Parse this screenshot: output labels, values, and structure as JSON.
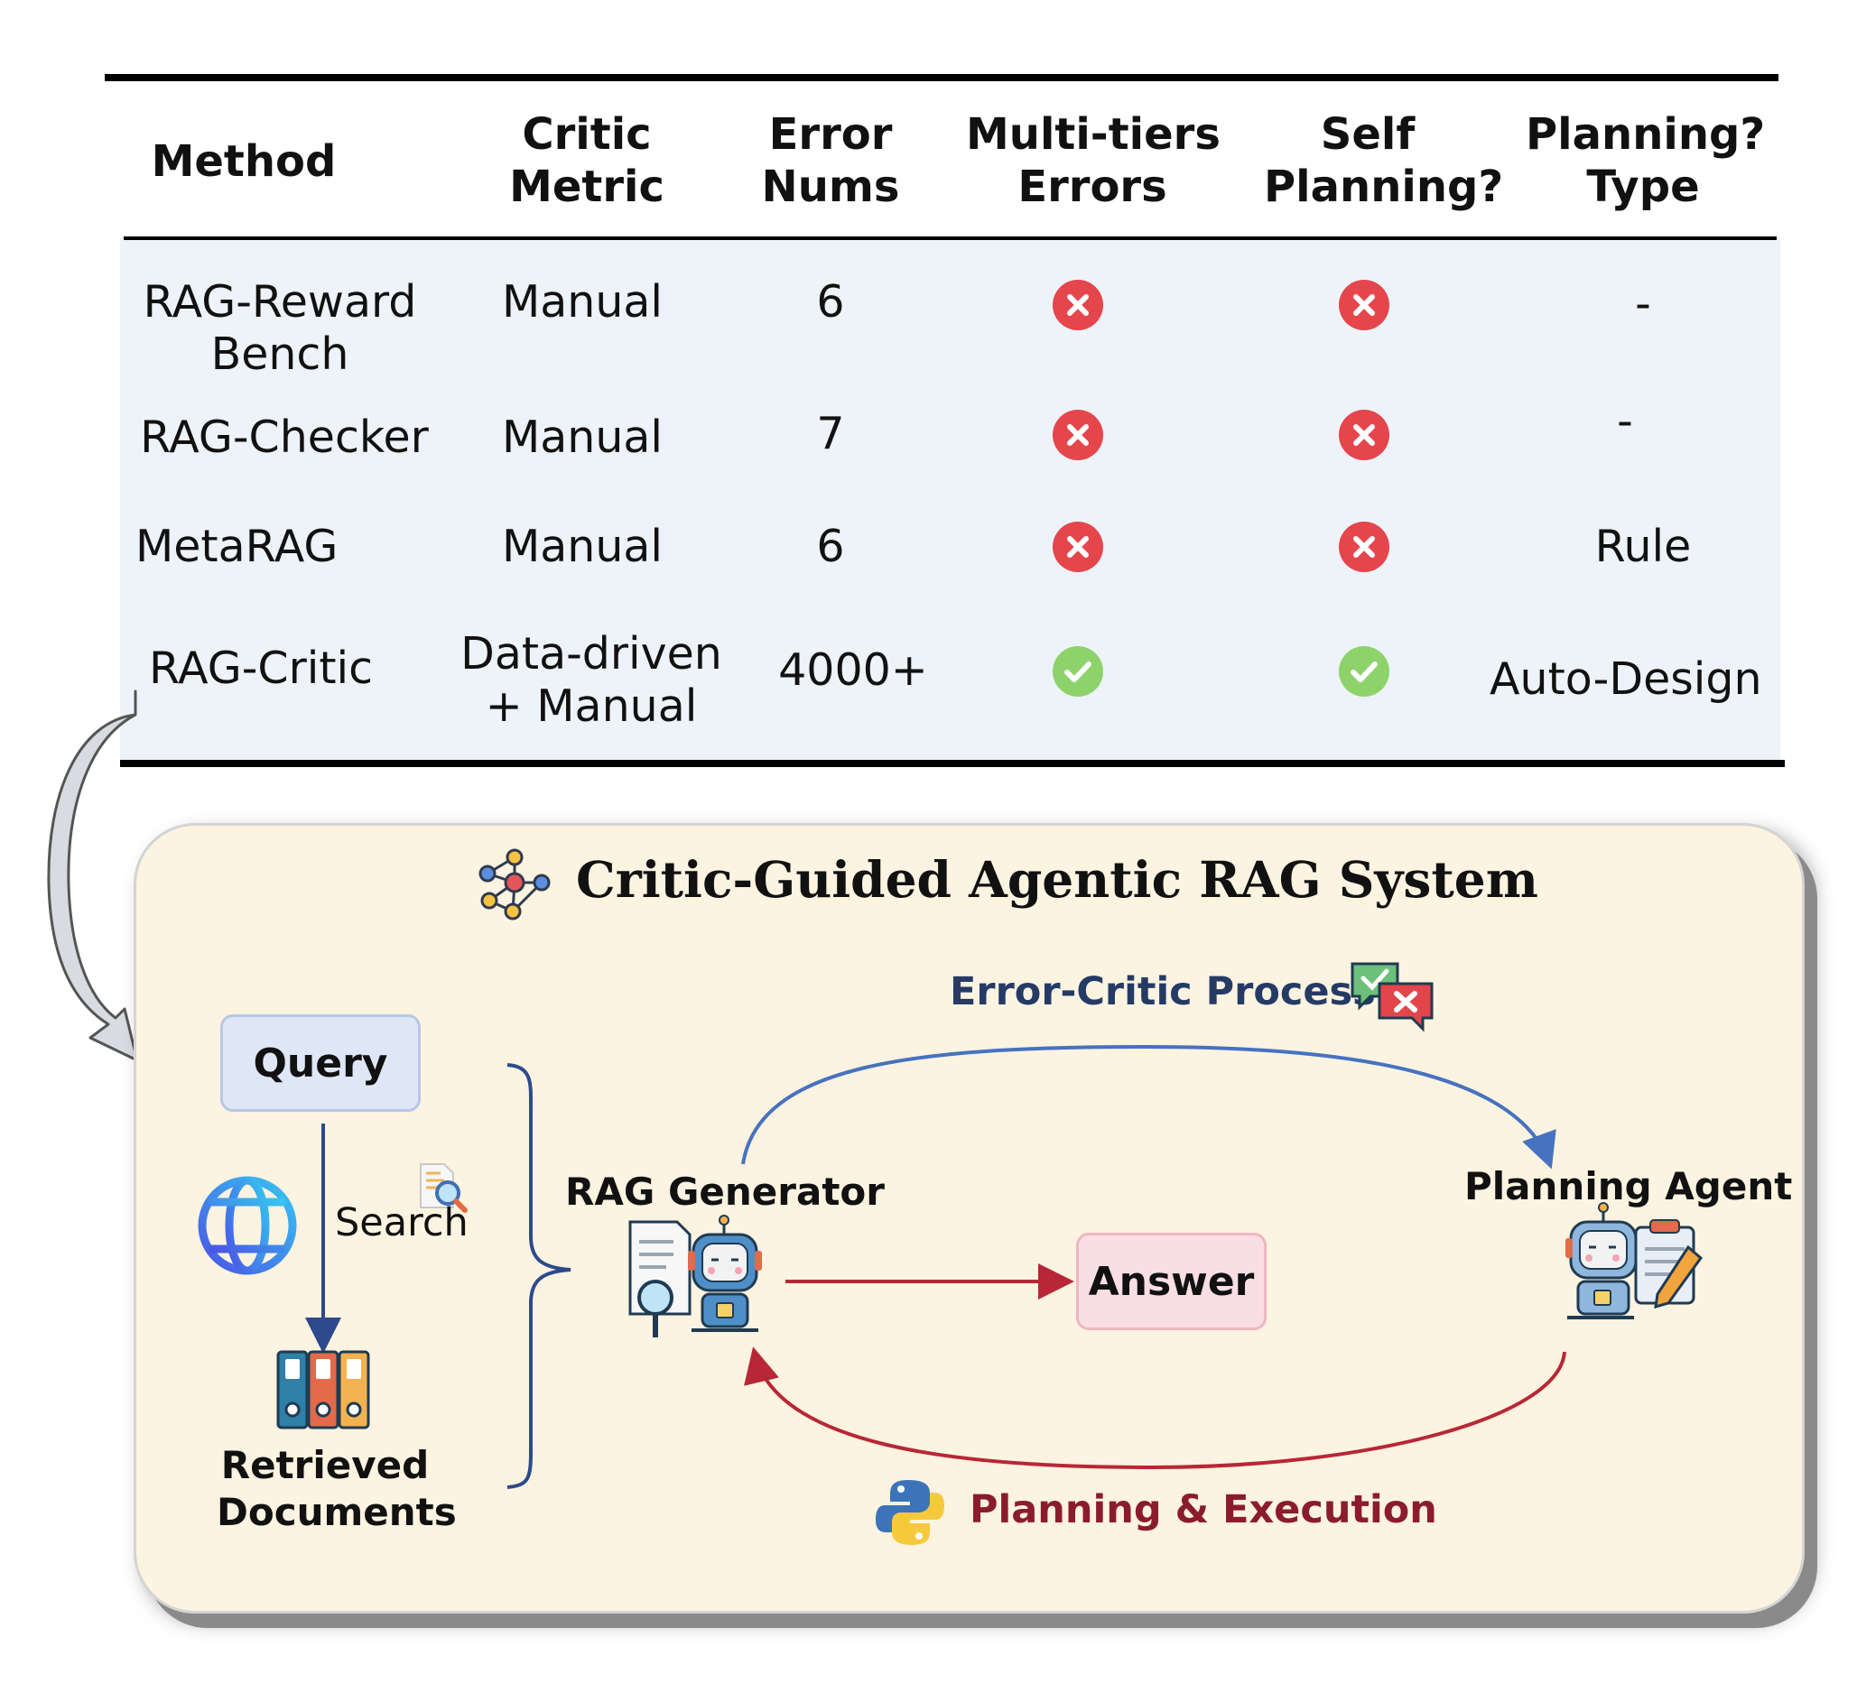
{
  "table": {
    "headers": [
      {
        "lines": [
          "Method"
        ]
      },
      {
        "lines": [
          "Critic",
          "Metric"
        ]
      },
      {
        "lines": [
          "Error",
          "Nums"
        ]
      },
      {
        "lines": [
          "Multi-tiers",
          "Errors"
        ]
      },
      {
        "lines": [
          "Self",
          "Planning?"
        ]
      },
      {
        "lines": [
          "Planning?",
          "Type"
        ]
      }
    ],
    "rows": [
      {
        "method": [
          "RAG-Reward",
          "Bench"
        ],
        "critic_metric": [
          "Manual"
        ],
        "error_nums": "6",
        "multi_tiers_errors": "no",
        "self_planning": "no",
        "planning_type": "-"
      },
      {
        "method": [
          "RAG-Checker"
        ],
        "critic_metric": [
          "Manual"
        ],
        "error_nums": "7",
        "multi_tiers_errors": "no",
        "self_planning": "no",
        "planning_type": "-"
      },
      {
        "method": [
          "MetaRAG"
        ],
        "critic_metric": [
          "Manual"
        ],
        "error_nums": "6",
        "multi_tiers_errors": "no",
        "self_planning": "no",
        "planning_type": "Rule"
      },
      {
        "method": [
          "RAG-Critic"
        ],
        "critic_metric": [
          "Data-driven",
          "+ Manual"
        ],
        "error_nums": "4000+",
        "multi_tiers_errors": "yes",
        "self_planning": "yes",
        "planning_type": "Auto-Design"
      }
    ]
  },
  "system": {
    "title": "Critic-Guided Agentic RAG System",
    "query_label": "Query",
    "search_label": "Search",
    "retrieved_label": [
      "Retrieved",
      "Documents"
    ],
    "generator_label": "RAG Generator",
    "answer_label": "Answer",
    "agent_label": "Planning Agent",
    "critic_process_label": "Error-Critic Process",
    "execution_label": "Planning & Execution"
  },
  "colors": {
    "cross": "#e5464b",
    "check": "#8dd36a",
    "critic_arrow": "#4672c0",
    "execution_arrow": "#b82737",
    "critic_text": "#253b66",
    "execution_text": "#8b1c2b"
  },
  "icons": [
    "network-icon",
    "globe-icon",
    "search-document-icon",
    "binders-icon",
    "robot-generator-icon",
    "robot-planner-icon",
    "chat-check-cross-icon",
    "python-icon"
  ]
}
